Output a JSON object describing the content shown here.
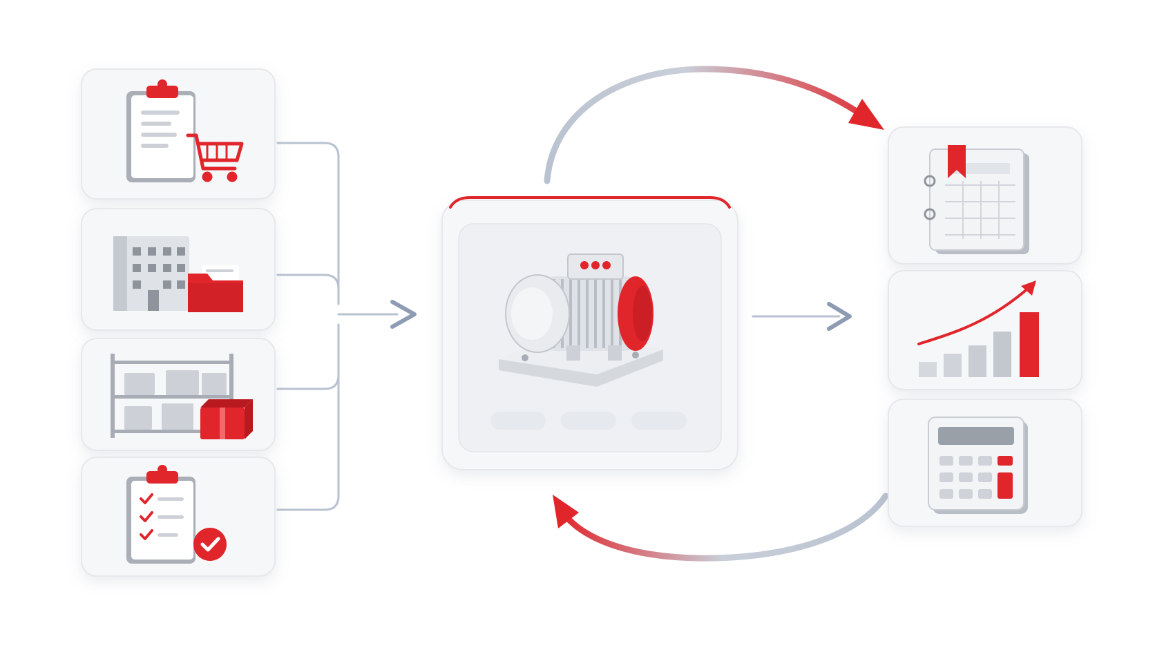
{
  "colors": {
    "accent": "#e0252b",
    "connector": "#b9c2d0",
    "arrow": "#8e9cb3",
    "card_background": "#f6f7f9"
  },
  "input_cards": [
    {
      "id": "purchase-orders",
      "icons": [
        "clipboard-icon",
        "shopping-cart-icon"
      ]
    },
    {
      "id": "suppliers",
      "icons": [
        "office-building-icon",
        "folder-icon"
      ]
    },
    {
      "id": "warehouse",
      "icons": [
        "storage-shelf-icon",
        "box-icon"
      ]
    },
    {
      "id": "quality-check",
      "icons": [
        "checklist-icon",
        "check-badge-icon"
      ]
    }
  ],
  "center_card": {
    "icon": "electric-motor-icon",
    "buttons": 3
  },
  "output_cards": [
    {
      "id": "schedule",
      "icons": [
        "calendar-planner-icon",
        "bookmark-icon"
      ]
    },
    {
      "id": "growth",
      "icons": [
        "bar-chart-icon",
        "trend-arrow-icon"
      ]
    },
    {
      "id": "costing",
      "icons": [
        "calculator-icon"
      ]
    }
  ],
  "flows": [
    "inputs-to-center",
    "center-to-outputs",
    "feedback-loop-top",
    "feedback-loop-bottom"
  ]
}
